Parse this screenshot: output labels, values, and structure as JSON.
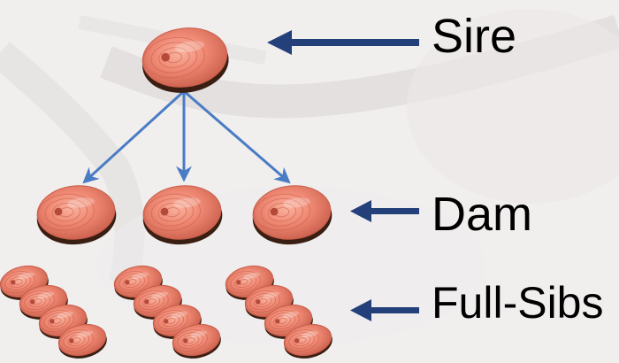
{
  "labels": {
    "sire": "Sire",
    "dam": "Dam",
    "full_sibs": "Full-Sibs"
  },
  "colors": {
    "background": "#f1eeee",
    "pointer_arrow": "#24407a",
    "branch_arrow": "#4a7cc4",
    "shell_outer": "#c85d4a",
    "shell_inner": "#f08a75",
    "shell_rim": "#3a1e12",
    "label_text": "#000000"
  },
  "icons": {
    "sire_shell": "abalone-shell-icon",
    "dam_shell": "abalone-shell-icon",
    "sib_shell": "abalone-shell-icon",
    "pointer": "left-arrow-icon",
    "branch": "down-arrow-icon"
  },
  "counts": {
    "sires": 1,
    "dams": 3,
    "full_sib_families": 3,
    "sibs_per_family": 4
  }
}
